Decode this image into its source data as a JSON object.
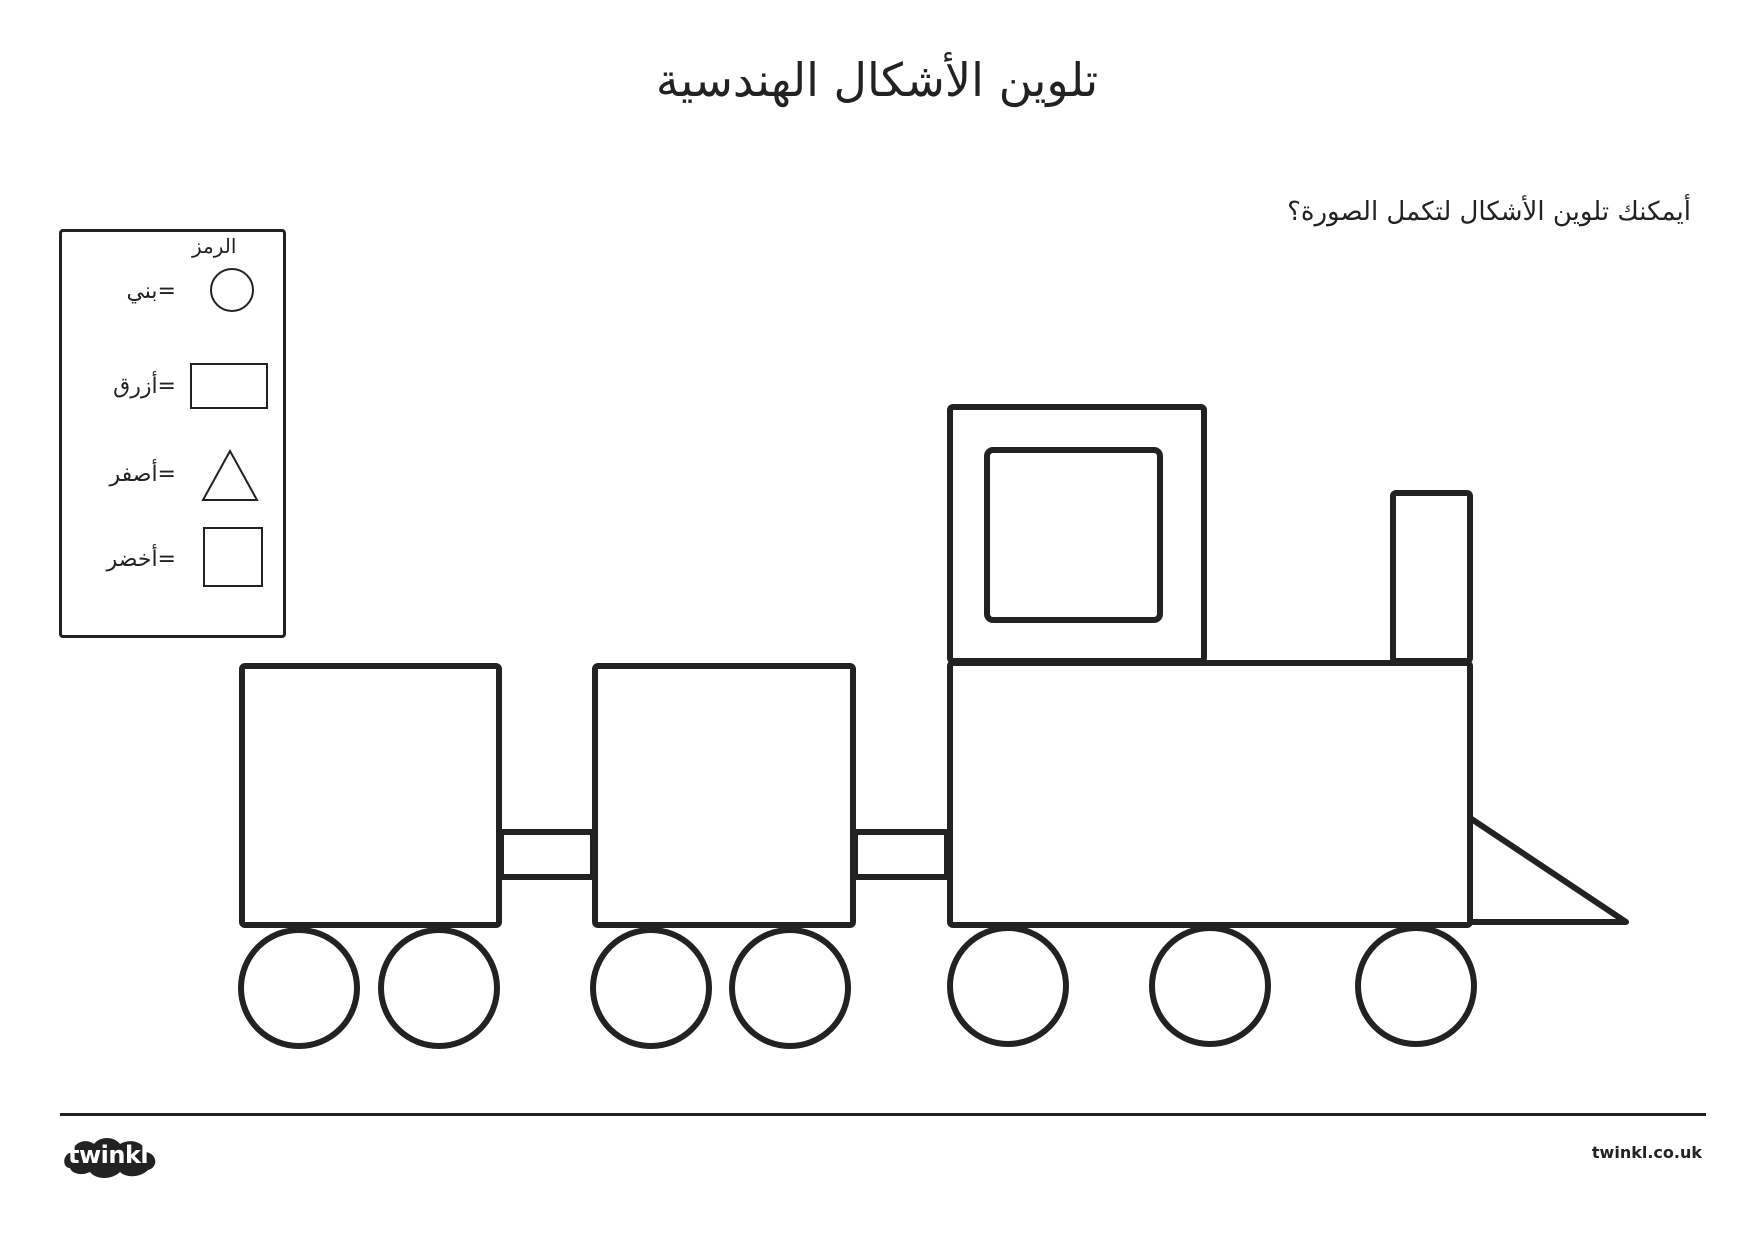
{
  "worksheet": {
    "title": "تلوين الأشكال الهندسية",
    "question": "أيمكنك تلوين الأشكال لتكمل الصورة؟"
  },
  "key": {
    "title": "الرمز",
    "items": [
      {
        "shape": "circle",
        "label": "=بني"
      },
      {
        "shape": "rectangle",
        "label": "=أزرق"
      },
      {
        "shape": "triangle",
        "label": "=أصفر"
      },
      {
        "shape": "square",
        "label": "=أخضر"
      }
    ]
  },
  "footer": {
    "logo_text": "twinkl",
    "url": "twinkl.co.uk"
  },
  "colors": {
    "ink": "#222222",
    "paper": "#ffffff"
  }
}
